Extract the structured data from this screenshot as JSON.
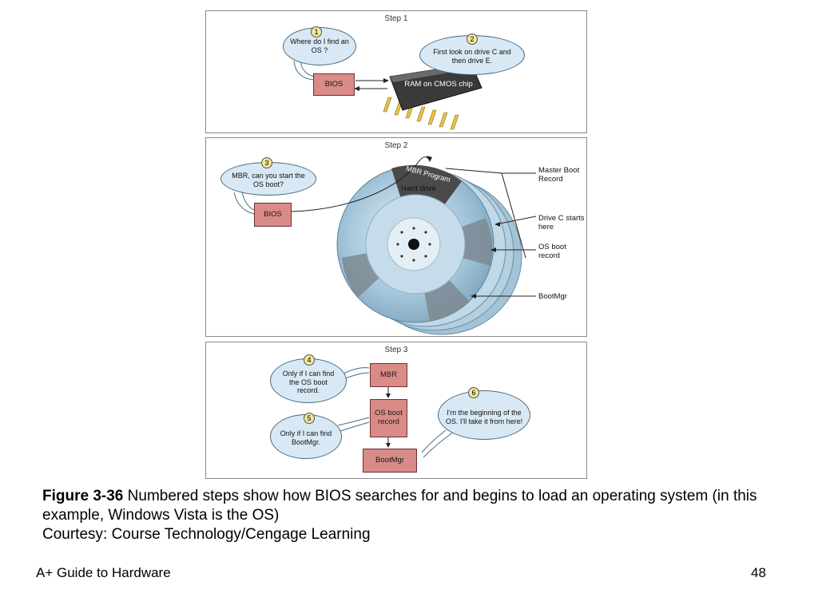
{
  "step1": {
    "title": "Step 1",
    "bubble1": {
      "num": "1",
      "text": "Where do I find an OS ?"
    },
    "bubble2": {
      "num": "2",
      "text": "First look on drive C and then drive E."
    },
    "bios_label": "BIOS",
    "chip_label": "RAM on CMOS chip"
  },
  "step2": {
    "title": "Step 2",
    "bubble3": {
      "num": "3",
      "text": "MBR, can you start the OS boot?"
    },
    "bios_label": "BIOS",
    "mbr_program_label": "MBR Program",
    "hard_drive_label": "Hard drive",
    "callouts": {
      "master_boot_record": "Master Boot Record",
      "drive_c": "Drive C starts here",
      "os_boot_record": "OS boot record",
      "bootmgr": "BootMgr"
    }
  },
  "step3": {
    "title": "Step 3",
    "bubble4": {
      "num": "4",
      "text": "Only if I can find the OS boot record."
    },
    "bubble5": {
      "num": "5",
      "text": "Only if I can find BootMgr."
    },
    "bubble6": {
      "num": "6",
      "text": "I'm the beginning of the OS. I'll take it from here!"
    },
    "mbr_label": "MBR",
    "os_boot_label": "OS boot record",
    "bootmgr_label": "BootMgr"
  },
  "caption": {
    "figure": "Figure 3-36",
    "text": " Numbered steps show how BIOS searches for and begins to load an operating system (in this example, Windows Vista is the OS)",
    "courtesy": "Courtesy: Course Technology/Cengage Learning"
  },
  "footer": {
    "left": "A+ Guide to Hardware",
    "right": "48"
  }
}
